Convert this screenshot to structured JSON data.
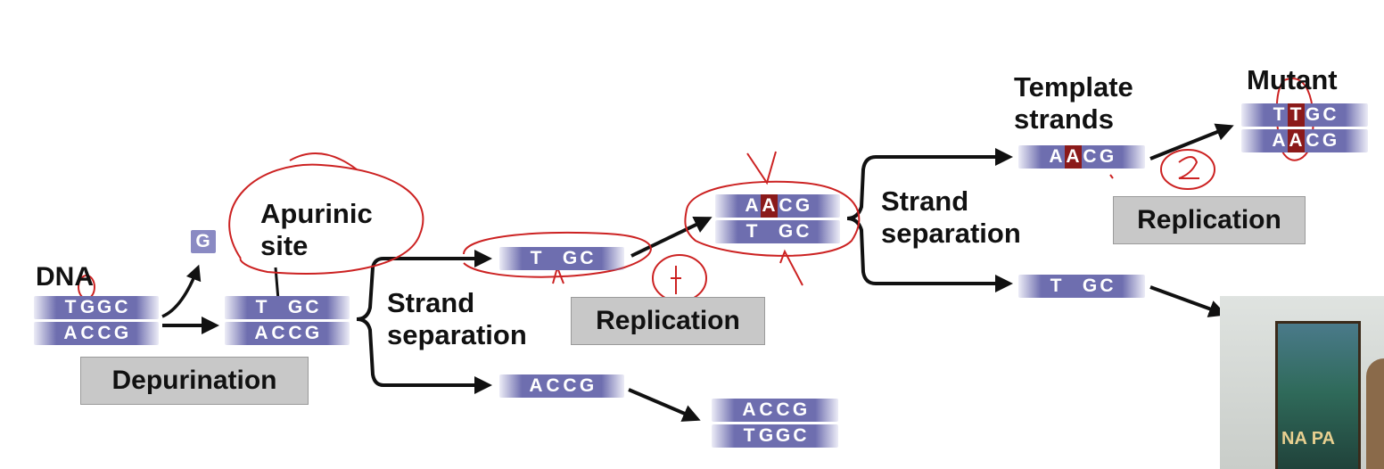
{
  "labels": {
    "dna": "DNA",
    "apurinic_site": "Apurinic\nsite",
    "strand_separation_1": "Strand\nseparation",
    "strand_separation_2": "Strand\nseparation",
    "template_strands": "Template\nstrands",
    "mutant": "Mutant",
    "free_base": "G"
  },
  "boxes": {
    "depurination": "Depurination",
    "replication_1": "Replication",
    "replication_2": "Replication"
  },
  "strands": {
    "dna_top": [
      "T",
      "G",
      "G",
      "C"
    ],
    "dna_bottom": [
      "A",
      "C",
      "C",
      "G"
    ],
    "depurinated_top": [
      "T",
      "",
      "G",
      "C"
    ],
    "depurinated_bottom": [
      "A",
      "C",
      "C",
      "G"
    ],
    "sep_top": [
      "T",
      "",
      "G",
      "C"
    ],
    "sep_bottom": [
      "A",
      "C",
      "C",
      "G"
    ],
    "rep1_top": [
      "A",
      "A",
      "C",
      "G"
    ],
    "rep1_bottom": [
      "T",
      "",
      "G",
      "C"
    ],
    "rep_lower_top": [
      "A",
      "C",
      "C",
      "G"
    ],
    "rep_lower_bottom": [
      "T",
      "G",
      "G",
      "C"
    ],
    "template_top": [
      "A",
      "A",
      "C",
      "G"
    ],
    "template_bottom": [
      "T",
      "",
      "G",
      "C"
    ],
    "mutant_top": [
      "T",
      "T",
      "G",
      "C"
    ],
    "mutant_bottom": [
      "A",
      "A",
      "C",
      "G"
    ]
  },
  "annotations": {
    "mark_1": "1",
    "mark_2": "2"
  },
  "colors": {
    "strand": "#6e6eaf",
    "mutation": "#8b1a1a",
    "box": "#c8c8c8",
    "annotation": "#cc2222"
  },
  "video_overlay": {
    "poster_text": "NA PA"
  }
}
